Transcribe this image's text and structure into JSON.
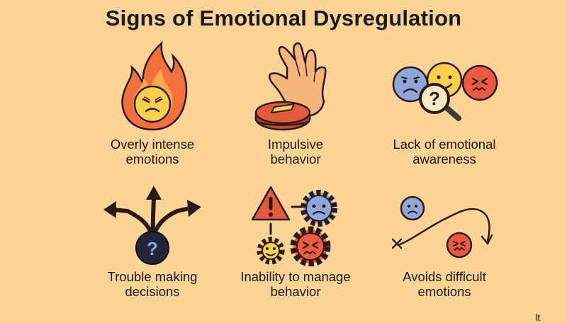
{
  "title": "Signs of Emotional Dysregulation",
  "items": [
    {
      "line1": "Overly intense",
      "line2": "emotions",
      "icon": "fire-angry-face-icon"
    },
    {
      "line1": "Impulsive",
      "line2": "behavior",
      "icon": "hand-stop-button-icon"
    },
    {
      "line1": "Lack of emotional",
      "line2": "awareness",
      "icon": "faces-magnifier-icon"
    },
    {
      "line1": "Trouble making",
      "line2": "decisions",
      "icon": "branching-arrows-question-icon"
    },
    {
      "line1": "Inability to manage",
      "line2": "behavior",
      "icon": "warning-gears-icon"
    },
    {
      "line1": "Avoids difficult",
      "line2": "emotions",
      "icon": "avoid-path-faces-icon"
    }
  ],
  "question_mark": "?",
  "corner_mark": "lt",
  "colors": {
    "background": "#fbd394",
    "fire": "#f2703c",
    "face_yellow": "#fcd04a",
    "face_blue": "#8fa8dc",
    "face_red": "#ec5a43"
  }
}
